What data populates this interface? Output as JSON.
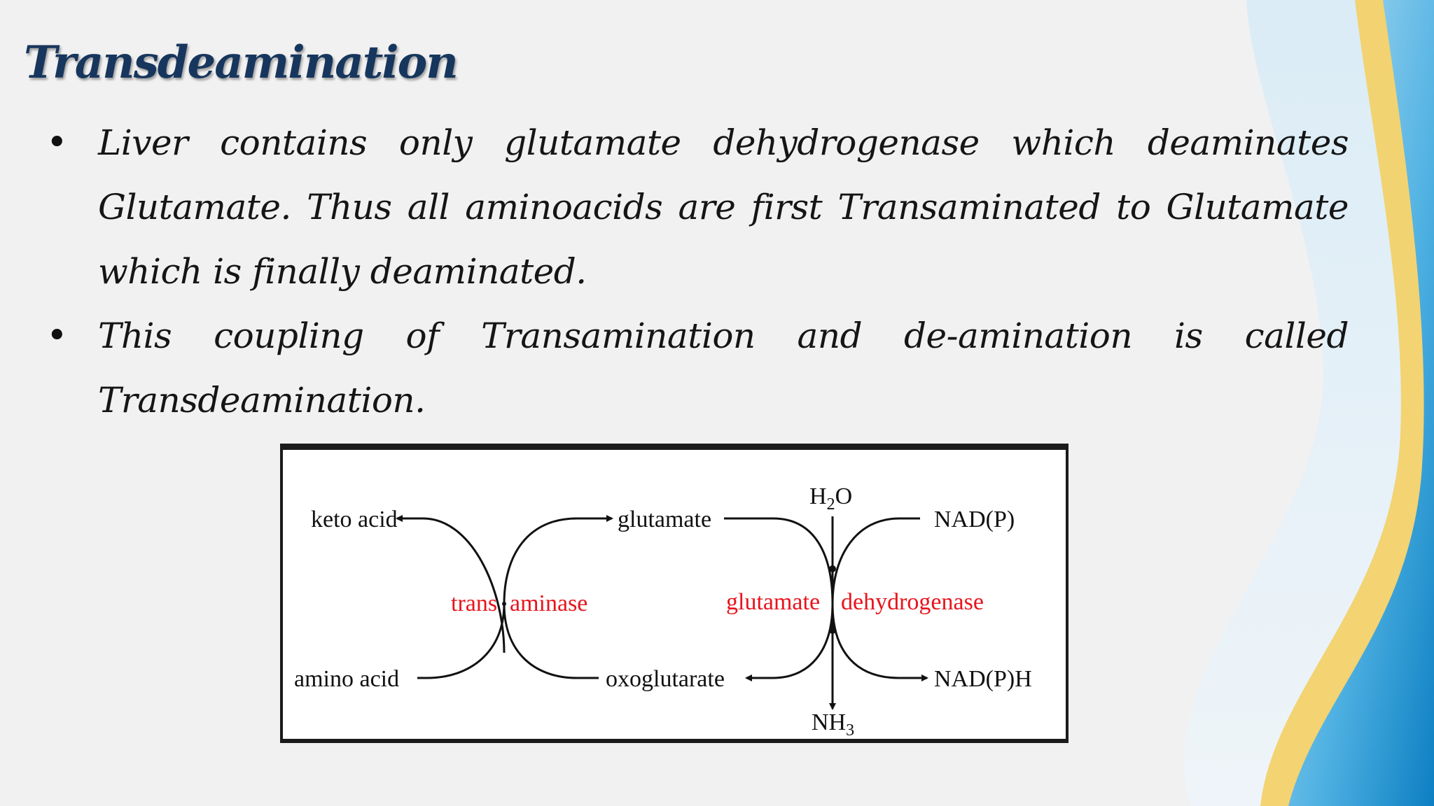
{
  "slide": {
    "title": "Transdeamination",
    "bullets": [
      "Liver contains only glutamate dehydrogenase which deaminates Glutamate. Thus all aminoacids are first Transaminated to Glutamate which is finally deaminated.",
      "This coupling of Transamination and de-amination is called Transdeamination."
    ]
  },
  "diagram": {
    "keto_acid": "keto acid",
    "amino_acid": "amino acid",
    "glutamate": "glutamate",
    "oxoglutarate": "oxoglutarate",
    "enzyme1_part1": "trans",
    "enzyme1_part2": "aminase",
    "enzyme2_part1": "glutamate",
    "enzyme2_part2": "dehydrogenase",
    "h2o_main": "H",
    "h2o_sub": "2",
    "h2o_end": "O",
    "nh3_main": "NH",
    "nh3_sub": "3",
    "nadp": "NAD(P)",
    "nadph": "NAD(P)H"
  },
  "colors": {
    "title": "#17365d",
    "enzyme_text": "#e8141c",
    "decor_blue": "#1c8fd0",
    "decor_yellow": "#f4cf63"
  }
}
